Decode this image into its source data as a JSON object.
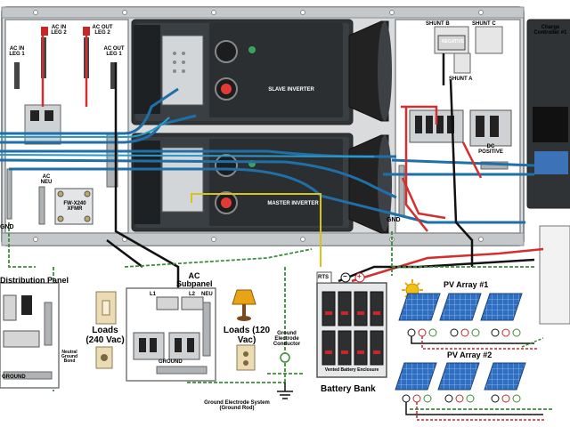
{
  "labels": {
    "ac_in_leg1": "AC IN LEG 1",
    "ac_in_leg2": "AC IN LEG 2",
    "ac_out_leg2": "AC OUT LEG 2",
    "ac_out_leg1": "AC OUT LEG 1",
    "slave_inverter": "SLAVE INVERTER",
    "master_inverter": "MASTER INVERTER",
    "shunt_b": "SHUNT B",
    "shunt_c": "SHUNT C",
    "shunt_a": "SHUNT A",
    "negative": "NEGATIVE",
    "charge_controller": "Charge Controller #1",
    "dc_positive": "DC POSITIVE",
    "ac_neu": "AC NEU",
    "gnd_left": "GND",
    "gnd_right": "GND",
    "transformer": "FW-X240 XFMR",
    "distribution_panel": "Distribution Panel",
    "dist_neutral": "Neutral Ground Bond",
    "dist_ground": "GROUND",
    "loads_240": "Loads (240 Vac)",
    "loads_120": "Loads (120 Vac)",
    "ac_subpanel": "AC Subpanel",
    "l1": "L1",
    "l2": "L2",
    "neu": "NEU",
    "sub_ground": "GROUND",
    "ground_conductor": "Ground Electrode Conductor",
    "ground_system": "Ground Electrode System (Ground Rod)",
    "rts": "RTS",
    "minus": "−",
    "plus": "+",
    "vented_enclosure": "Vented Battery Enclosure",
    "battery_bank": "Battery Bank",
    "pv1": "PV Array #1",
    "pv2": "PV Array #2"
  }
}
